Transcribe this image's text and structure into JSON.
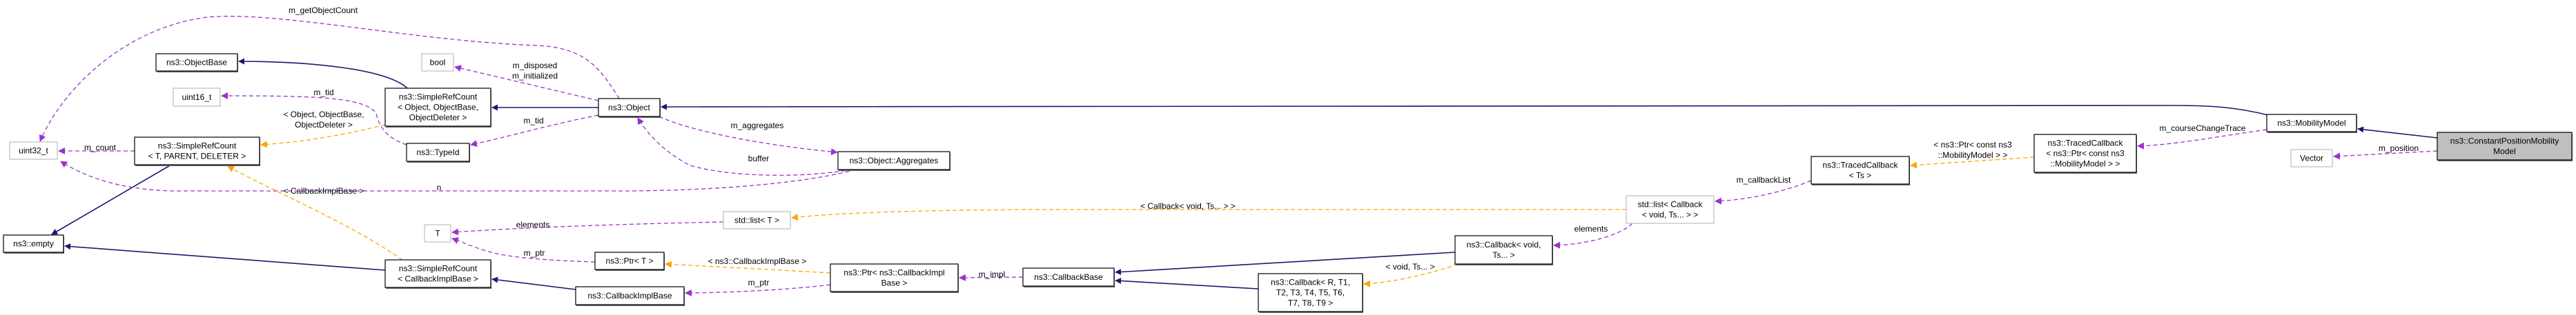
{
  "diagram": {
    "colors": {
      "inherit": "#191970",
      "usage": "#9a32cd",
      "template": "#ffa500",
      "highlight_fill": "#bfbfbf",
      "external_border": "#bfbfbf"
    },
    "nodes": {
      "constant_position": {
        "lines": [
          "ns3::ConstantPositionMobility",
          "Model"
        ],
        "style": "highlight"
      },
      "mobility_model": {
        "lines": [
          "ns3::MobilityModel"
        ],
        "style": "normal"
      },
      "vector": {
        "lines": [
          "Vector"
        ],
        "style": "external"
      },
      "traced_cb_ptr": {
        "lines": [
          "ns3::TracedCallback",
          "< ns3::Ptr< const ns3",
          "::MobilityModel > >"
        ],
        "style": "normal"
      },
      "traced_cb_ts": {
        "lines": [
          "ns3::TracedCallback",
          "< Ts >"
        ],
        "style": "normal"
      },
      "list_callback": {
        "lines": [
          "std::list< Callback",
          "< void, Ts... > >"
        ],
        "style": "external"
      },
      "callback_void": {
        "lines": [
          "ns3::Callback< void,",
          "Ts... >"
        ],
        "style": "normal"
      },
      "callback_r": {
        "lines": [
          "ns3::Callback< R, T1,",
          "T2, T3, T4, T5, T6,",
          "T7, T8, T9 >"
        ],
        "style": "normal"
      },
      "callback_base": {
        "lines": [
          "ns3::CallbackBase"
        ],
        "style": "normal"
      },
      "ptr_cib": {
        "lines": [
          "ns3::Ptr< ns3::CallbackImpl",
          "Base >"
        ],
        "style": "normal"
      },
      "callback_impl_base": {
        "lines": [
          "ns3::CallbackImplBase"
        ],
        "style": "normal"
      },
      "ptr_t": {
        "lines": [
          "ns3::Ptr< T >"
        ],
        "style": "normal"
      },
      "list_t": {
        "lines": [
          "std::list< T >"
        ],
        "style": "external"
      },
      "t": {
        "lines": [
          "T"
        ],
        "style": "external"
      },
      "object": {
        "lines": [
          "ns3::Object"
        ],
        "style": "normal"
      },
      "aggregates": {
        "lines": [
          "ns3::Object::Aggregates"
        ],
        "style": "normal"
      },
      "typeid": {
        "lines": [
          "ns3::TypeId"
        ],
        "style": "normal"
      },
      "bool": {
        "lines": [
          "bool"
        ],
        "style": "external"
      },
      "uint16": {
        "lines": [
          "uint16_t"
        ],
        "style": "external"
      },
      "src_object": {
        "lines": [
          "ns3::SimpleRefCount",
          "< Object, ObjectBase,",
          "ObjectDeleter >"
        ],
        "style": "normal"
      },
      "object_base": {
        "lines": [
          "ns3::ObjectBase"
        ],
        "style": "normal"
      },
      "src_tpd": {
        "lines": [
          "ns3::SimpleRefCount",
          "< T, PARENT, DELETER >"
        ],
        "style": "normal"
      },
      "src_cib": {
        "lines": [
          "ns3::SimpleRefCount",
          "< CallbackImplBase >"
        ],
        "style": "normal"
      },
      "uint32": {
        "lines": [
          "uint32_t"
        ],
        "style": "external"
      },
      "empty": {
        "lines": [
          "ns3::empty"
        ],
        "style": "normal"
      }
    },
    "edges": [
      {
        "id": "e1",
        "kind": "inherit",
        "from": "src_object",
        "to": "object_base",
        "label": []
      },
      {
        "id": "e2",
        "kind": "inherit",
        "from": "object",
        "to": "src_object",
        "label": []
      },
      {
        "id": "e3",
        "kind": "inherit",
        "from": "src_tpd",
        "to": "empty",
        "label": []
      },
      {
        "id": "e4",
        "kind": "inherit",
        "from": "src_cib",
        "to": "empty",
        "label": []
      },
      {
        "id": "e5",
        "kind": "inherit",
        "from": "callback_impl_base",
        "to": "src_cib",
        "label": []
      },
      {
        "id": "e6",
        "kind": "inherit",
        "from": "mobility_model",
        "to": "object",
        "label": []
      },
      {
        "id": "e7",
        "kind": "inherit",
        "from": "constant_position",
        "to": "mobility_model",
        "label": []
      },
      {
        "id": "e8",
        "kind": "inherit",
        "from": "callback_void",
        "to": "callback_base",
        "label": []
      },
      {
        "id": "e9",
        "kind": "inherit",
        "from": "callback_r",
        "to": "callback_base",
        "label": []
      },
      {
        "id": "e10",
        "kind": "usage",
        "from": "object",
        "to": "uint32",
        "label": [
          "m_getObjectCount"
        ]
      },
      {
        "id": "e11",
        "kind": "usage",
        "from": "object",
        "to": "bool",
        "label": [
          "m_disposed",
          "m_initialized"
        ]
      },
      {
        "id": "e12",
        "kind": "usage",
        "from": "typeid",
        "to": "uint16",
        "label": [
          "m_tid"
        ]
      },
      {
        "id": "e13",
        "kind": "usage",
        "from": "object",
        "to": "typeid",
        "label": [
          "m_tid"
        ]
      },
      {
        "id": "e14",
        "kind": "usage",
        "from": "src_tpd",
        "to": "uint32",
        "label": [
          "m_count"
        ]
      },
      {
        "id": "e15",
        "kind": "usage",
        "from": "object",
        "to": "aggregates",
        "label": [
          "m_aggregates"
        ]
      },
      {
        "id": "e16",
        "kind": "usage",
        "from": "aggregates",
        "to": "object",
        "label": [
          "buffer"
        ]
      },
      {
        "id": "e17",
        "kind": "usage",
        "from": "aggregates",
        "to": "uint32",
        "label": [
          "n"
        ]
      },
      {
        "id": "e18",
        "kind": "usage",
        "from": "list_t",
        "to": "t",
        "label": [
          "elements"
        ]
      },
      {
        "id": "e19",
        "kind": "usage",
        "from": "ptr_t",
        "to": "t",
        "label": [
          "m_ptr"
        ]
      },
      {
        "id": "e20",
        "kind": "usage",
        "from": "ptr_cib",
        "to": "callback_impl_base",
        "label": [
          "m_ptr"
        ]
      },
      {
        "id": "e21",
        "kind": "usage",
        "from": "callback_base",
        "to": "ptr_cib",
        "label": [
          "m_impl"
        ]
      },
      {
        "id": "e22",
        "kind": "usage",
        "from": "mobility_model",
        "to": "traced_cb_ptr",
        "label": [
          "m_courseChangeTrace"
        ]
      },
      {
        "id": "e23",
        "kind": "usage",
        "from": "constant_position",
        "to": "vector",
        "label": [
          "m_position"
        ]
      },
      {
        "id": "e24",
        "kind": "usage",
        "from": "traced_cb_ts",
        "to": "list_callback",
        "label": [
          "m_callbackList"
        ]
      },
      {
        "id": "e25",
        "kind": "usage",
        "from": "list_callback",
        "to": "callback_void",
        "label": [
          "elements"
        ]
      },
      {
        "id": "e26",
        "kind": "template",
        "from": "src_object",
        "to": "src_tpd",
        "label": [
          "< Object, ObjectBase,",
          "ObjectDeleter >"
        ]
      },
      {
        "id": "e27",
        "kind": "template",
        "from": "src_cib",
        "to": "src_tpd",
        "label": [
          "< CallbackImplBase >"
        ]
      },
      {
        "id": "e28",
        "kind": "template",
        "from": "list_callback",
        "to": "list_t",
        "label": [
          "< Callback< void, Ts... > >"
        ]
      },
      {
        "id": "e29",
        "kind": "template",
        "from": "traced_cb_ptr",
        "to": "traced_cb_ts",
        "label": [
          "< ns3::Ptr< const ns3",
          "::MobilityModel > >"
        ]
      },
      {
        "id": "e30",
        "kind": "template",
        "from": "ptr_cib",
        "to": "ptr_t",
        "label": [
          "< ns3::CallbackImplBase >"
        ]
      },
      {
        "id": "e31",
        "kind": "template",
        "from": "callback_void",
        "to": "callback_r",
        "label": [
          "< void, Ts... >"
        ]
      }
    ]
  }
}
